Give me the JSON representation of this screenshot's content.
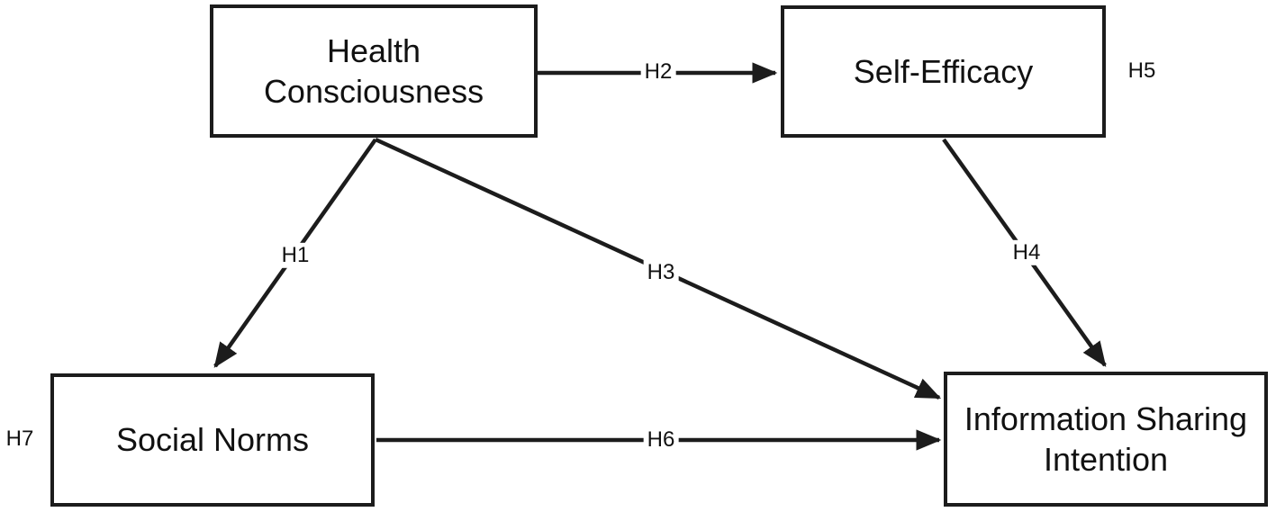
{
  "diagram": {
    "type": "path-model",
    "background_color": "#ffffff",
    "line_color": "#1c1c1c",
    "text_color": "#111111",
    "nodes": [
      {
        "id": "health-consciousness",
        "label": "Health Consciousness"
      },
      {
        "id": "self-efficacy",
        "label": "Self-Efficacy"
      },
      {
        "id": "social-norms",
        "label": "Social Norms"
      },
      {
        "id": "information-sharing-intention",
        "label": "Information Sharing Intention"
      }
    ],
    "edges": [
      {
        "id": "h1",
        "label": "H1",
        "from": "health-consciousness",
        "to": "social-norms"
      },
      {
        "id": "h2",
        "label": "H2",
        "from": "health-consciousness",
        "to": "self-efficacy"
      },
      {
        "id": "h3",
        "label": "H3",
        "from": "health-consciousness",
        "to": "information-sharing-intention"
      },
      {
        "id": "h4",
        "label": "H4",
        "from": "self-efficacy",
        "to": "information-sharing-intention"
      },
      {
        "id": "h6",
        "label": "H6",
        "from": "social-norms",
        "to": "information-sharing-intention"
      }
    ],
    "floating_labels": [
      {
        "id": "h5",
        "label": "H5",
        "position": "right-of-self-efficacy"
      },
      {
        "id": "h7",
        "label": "H7",
        "position": "left-of-social-norms"
      }
    ]
  }
}
